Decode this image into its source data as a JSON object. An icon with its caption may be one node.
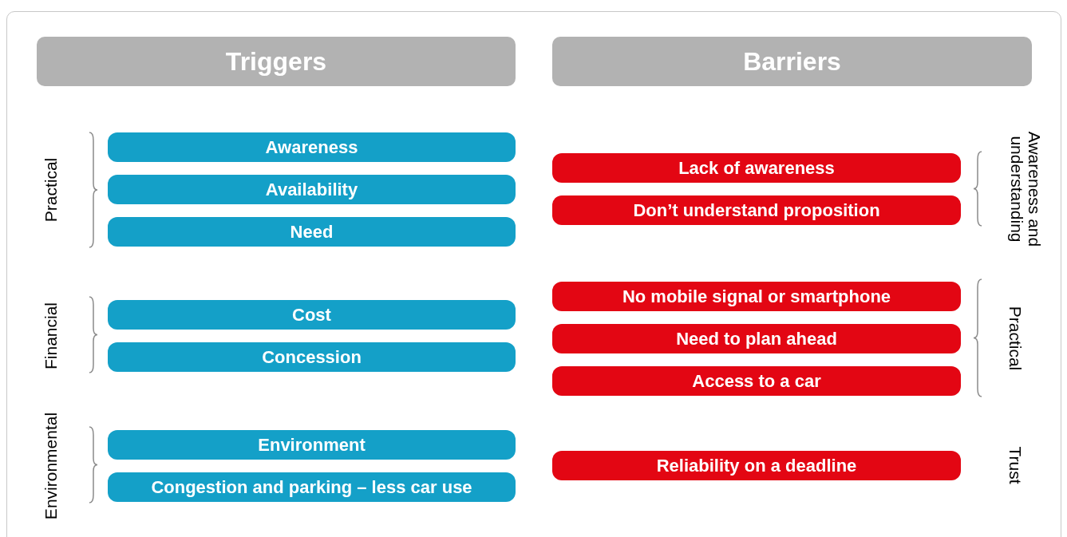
{
  "diagram": {
    "nodes": [
      {
        "text": [
          "Triggers"
        ]
      },
      {
        "text": [
          "Barriers"
        ]
      },
      {
        "text": [
          "Awareness"
        ]
      },
      {
        "text": [
          "Availability"
        ]
      },
      {
        "text": [
          "Need"
        ]
      },
      {
        "text": [
          "Cost"
        ]
      },
      {
        "text": [
          "Concession"
        ]
      },
      {
        "text": [
          "Environment"
        ]
      },
      {
        "text": [
          "Congestion and parking – less car use"
        ]
      },
      {
        "text": [
          "Lack of awareness"
        ]
      },
      {
        "text": [
          "Don’t understand proposition"
        ]
      },
      {
        "text": [
          "No mobile signal or smartphone"
        ]
      },
      {
        "text": [
          "Need to plan ahead"
        ]
      },
      {
        "text": [
          "Access to a car"
        ]
      },
      {
        "text": [
          "Reliability on a deadline"
        ]
      }
    ],
    "labels": [
      "Practical",
      "Financial",
      "Environmental",
      "Awareness and understanding",
      "Practical",
      "Trust"
    ]
  }
}
